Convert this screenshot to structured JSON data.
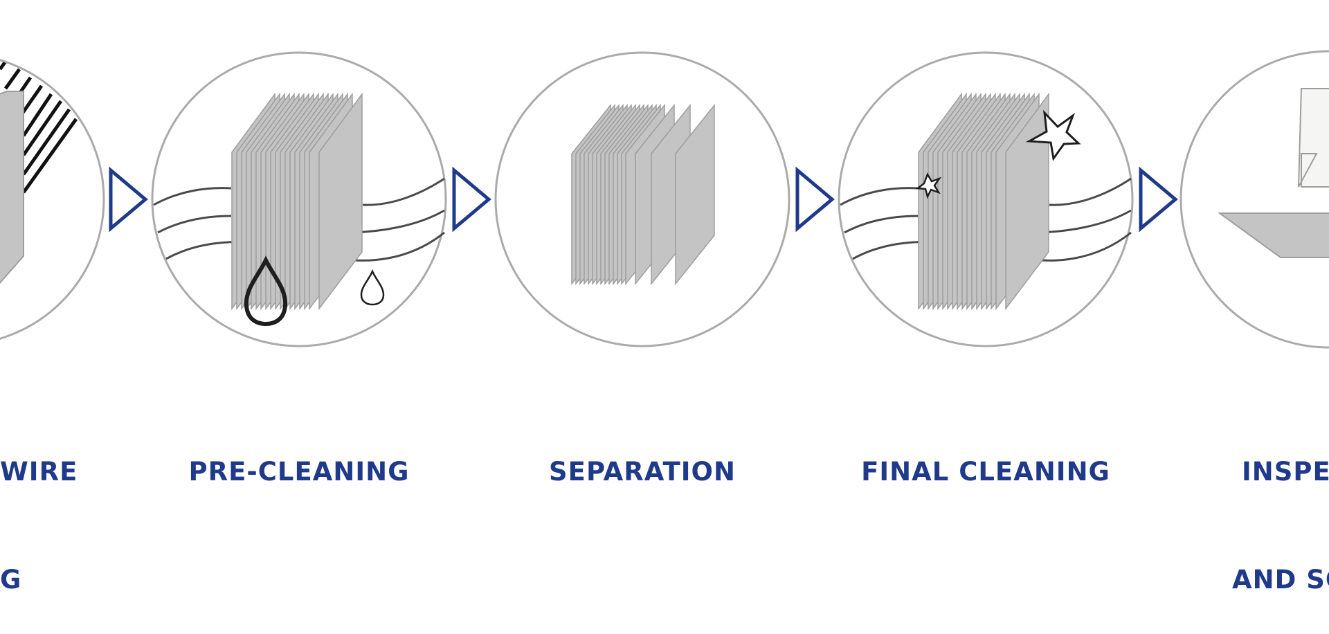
{
  "colors": {
    "accent": "#1f3a8a",
    "circle_stroke": "#aaaaaa",
    "plate_fill": "#c4c4c4",
    "plate_stroke": "#9d9d9d",
    "wave_stroke": "#4a4a4a",
    "icon_stroke": "#1e1e1e"
  },
  "steps": [
    {
      "id": "wire-sawing",
      "label_line1": "WIRE",
      "label_line2": "G",
      "icon": "hatch-sawing-icon"
    },
    {
      "id": "pre-cleaning",
      "label_line1": "PRE-CLEANING",
      "icon": "drop-icon"
    },
    {
      "id": "separation",
      "label_line1": "SEPARATION",
      "icon": "plate-stack-icon"
    },
    {
      "id": "final-cleaning",
      "label_line1": "FINAL CLEANING",
      "icon": "sparkle-icon"
    },
    {
      "id": "inspection",
      "label_line1": "INSPEC",
      "label_line2": "AND SC",
      "icon": "inspection-icon"
    }
  ]
}
